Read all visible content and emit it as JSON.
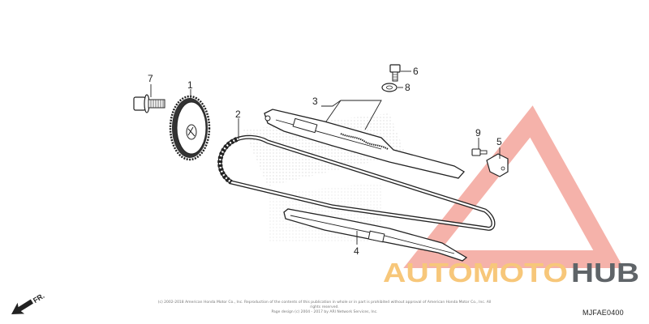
{
  "diagram": {
    "callouts": [
      {
        "id": "1",
        "label": "1"
      },
      {
        "id": "2",
        "label": "2"
      },
      {
        "id": "3",
        "label": "3"
      },
      {
        "id": "4",
        "label": "4"
      },
      {
        "id": "5",
        "label": "5"
      },
      {
        "id": "6",
        "label": "6"
      },
      {
        "id": "7",
        "label": "7"
      },
      {
        "id": "8",
        "label": "8"
      },
      {
        "id": "9",
        "label": "9"
      }
    ],
    "front_label": "FR.",
    "code": "MJFAE0400",
    "copyright_line1": "(c) 2002-2018 American Honda Motor Co., Inc. Reproduction of the contents of this publication in whole or in part is prohibited without approval of American Honda Motor Co., Inc. All rights reserved.",
    "copyright_line2": "Page design (c) 2004 - 2017 by ARI Network Services, Inc."
  },
  "watermark": {
    "part1": "AUTOMOTO",
    "part2": "HUB",
    "colors": {
      "accent": "#f3a59b",
      "text1": "#f7c77a",
      "text2": "#5f6468"
    }
  }
}
